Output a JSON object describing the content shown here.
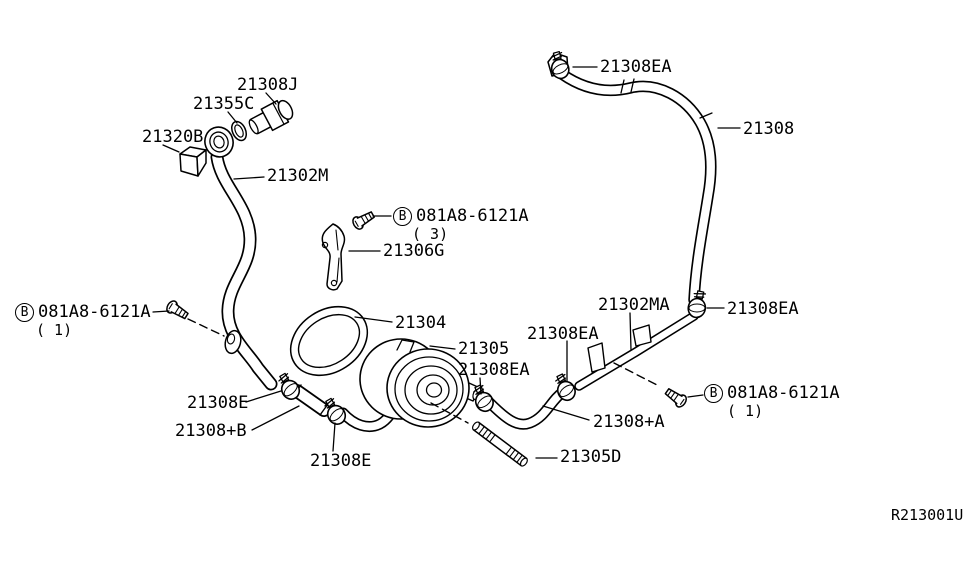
{
  "diagram": {
    "ref_code": "R213001U",
    "line_color": "#000000",
    "background_color": "#ffffff"
  },
  "parts": [
    {
      "callout": "21308J"
    },
    {
      "callout": "21355C"
    },
    {
      "callout": "21320B"
    },
    {
      "callout": "21302M"
    },
    {
      "callout": "081A8-6121A",
      "marker": "B",
      "qty": "( 3)"
    },
    {
      "callout": "21306G"
    },
    {
      "callout": "21308EA"
    },
    {
      "callout": "21308"
    },
    {
      "callout": "081A8-6121A",
      "marker": "B",
      "qty": "( 1)"
    },
    {
      "callout": "21304"
    },
    {
      "callout": "21305"
    },
    {
      "callout": "21308EA"
    },
    {
      "callout": "21308EA"
    },
    {
      "callout": "21302MA"
    },
    {
      "callout": "21308EA"
    },
    {
      "callout": "21308E"
    },
    {
      "callout": "21308+B"
    },
    {
      "callout": "21308E"
    },
    {
      "callout": "21308+A"
    },
    {
      "callout": "21305D"
    },
    {
      "callout": "081A8-6121A",
      "marker": "B",
      "qty": "( 1)"
    }
  ]
}
